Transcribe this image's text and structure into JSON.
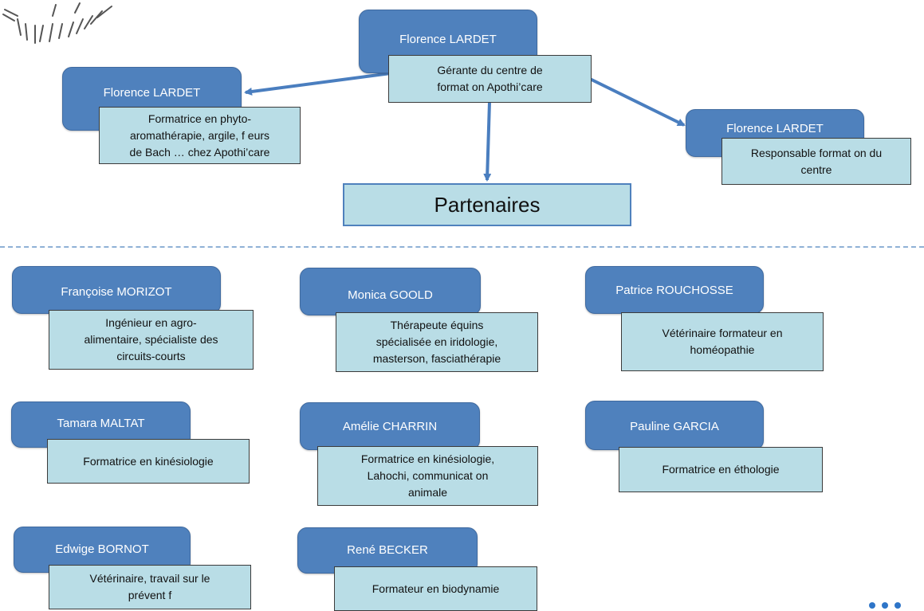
{
  "top": {
    "center": {
      "name": "Florence LARDET",
      "role": "Gérante du centre de\nformat on Apothi’care"
    },
    "left": {
      "name": "Florence LARDET",
      "role": "Formatrice en phyto-\naromathérapie, argile, f eurs\nde Bach … chez Apothi’care"
    },
    "right": {
      "name": "Florence LARDET",
      "role": "Responsable format on du\ncentre"
    }
  },
  "partners_label": "Partenaires",
  "cards": [
    {
      "name": "Françoise MORIZOT",
      "role": "Ingénieur en agro-\nalimentaire, spécialiste des\ncircuits-courts"
    },
    {
      "name": "Monica GOOLD",
      "role": "Thérapeute équins\nspécialisée en iridologie,\nmasterson, fasciathérapie"
    },
    {
      "name": "Patrice ROUCHOSSE",
      "role": "Vétérinaire formateur en\nhoméopathie"
    },
    {
      "name": "Tamara MALTAT",
      "role": "Formatrice en kinésiologie"
    },
    {
      "name": "Amélie CHARRIN",
      "role": "Formatrice en kinésiologie,\nLahochi, communicat on\nanimale"
    },
    {
      "name": "Pauline GARCIA",
      "role": "Formatrice en éthologie"
    },
    {
      "name": "Edwige BORNOT",
      "role": "Vétérinaire, travail sur le\nprévent f"
    },
    {
      "name": "René BECKER",
      "role": "Formateur en biodynamie"
    }
  ],
  "colors": {
    "header": "#4f81bd",
    "description": "#b9dde6",
    "arrow": "#4a7ebf",
    "separator": "#8fb1d6"
  },
  "icons": {
    "logo": "sunburst-logo",
    "more": "ellipsis-icon"
  }
}
